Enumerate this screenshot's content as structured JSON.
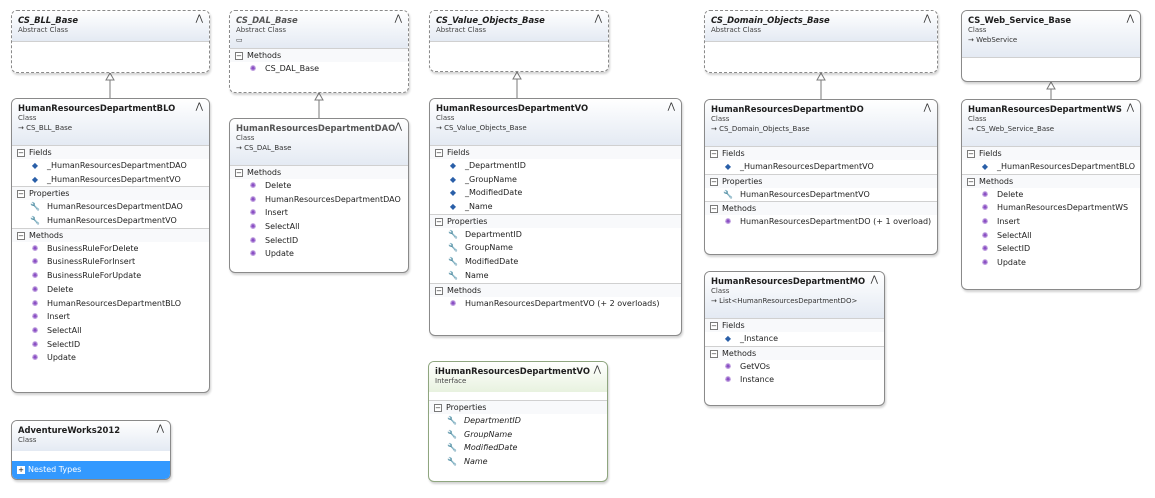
{
  "colors": {
    "border": "#8a8a8a",
    "header_gradient_end": "#e4eaf3",
    "interface_border": "#8fa67f",
    "selection": "#3399ff",
    "method_icon": "#8a4fc4",
    "field_icon": "#2a5fa8"
  },
  "icons": {
    "collapse": "double-chevron-up-icon",
    "field": "field-icon",
    "property": "wrench-icon",
    "method": "method-cube-icon",
    "inherit": "inheritance-arrow-icon"
  },
  "section_labels": {
    "fields": "Fields",
    "properties": "Properties",
    "methods": "Methods",
    "nested": "Nested Types"
  },
  "boxes": {
    "bll_base": {
      "name": "CS_BLL_Base",
      "kind": "Abstract Class"
    },
    "dal_base": {
      "name": "CS_DAL_Base",
      "kind": "Abstract Class",
      "methods": [
        "CS_DAL_Base"
      ]
    },
    "vo_base": {
      "name": "CS_Value_Objects_Base",
      "kind": "Abstract Class"
    },
    "do_base": {
      "name": "CS_Domain_Objects_Base",
      "kind": "Abstract Class"
    },
    "ws_base": {
      "name": "CS_Web_Service_Base",
      "kind": "Class",
      "base": "WebService"
    },
    "blo": {
      "name": "HumanResourcesDepartmentBLO",
      "kind": "Class",
      "base": "CS_BLL_Base",
      "fields": [
        "_HumanResourcesDepartmentDAO",
        "_HumanResourcesDepartmentVO"
      ],
      "properties": [
        "HumanResourcesDepartmentDAO",
        "HumanResourcesDepartmentVO"
      ],
      "methods": [
        "BusinessRuleForDelete",
        "BusinessRuleForInsert",
        "BusinessRuleForUpdate",
        "Delete",
        "HumanResourcesDepartmentBLO",
        "Insert",
        "SelectAll",
        "SelectID",
        "Update"
      ]
    },
    "dao": {
      "name": "HumanResourcesDepartmentDAO",
      "kind": "Class",
      "base": "CS_DAL_Base",
      "methods": [
        "Delete",
        "HumanResourcesDepartmentDAO",
        "Insert",
        "SelectAll",
        "SelectID",
        "Update"
      ]
    },
    "vo": {
      "name": "HumanResourcesDepartmentVO",
      "kind": "Class",
      "base": "CS_Value_Objects_Base",
      "fields": [
        "_DepartmentID",
        "_GroupName",
        "_ModifiedDate",
        "_Name"
      ],
      "properties": [
        "DepartmentID",
        "GroupName",
        "ModifiedDate",
        "Name"
      ],
      "methods": [
        "HumanResourcesDepartmentVO (+ 2 overloads)"
      ]
    },
    "do": {
      "name": "HumanResourcesDepartmentDO",
      "kind": "Class",
      "base": "CS_Domain_Objects_Base",
      "fields": [
        "_HumanResourcesDepartmentVO"
      ],
      "properties": [
        "HumanResourcesDepartmentVO"
      ],
      "methods": [
        "HumanResourcesDepartmentDO (+ 1 overload)"
      ]
    },
    "ws": {
      "name": "HumanResourcesDepartmentWS",
      "kind": "Class",
      "base": "CS_Web_Service_Base",
      "fields": [
        "_HumanResourcesDepartmentBLO"
      ],
      "methods": [
        "Delete",
        "HumanResourcesDepartmentWS",
        "Insert",
        "SelectAll",
        "SelectID",
        "Update"
      ]
    },
    "mo": {
      "name": "HumanResourcesDepartmentMO",
      "kind": "Class",
      "base": "List<HumanResourcesDepartmentDO>",
      "fields": [
        "_Instance"
      ],
      "methods": [
        "GetVOs",
        "Instance"
      ]
    },
    "ivo": {
      "name": "iHumanResourcesDepartmentVO",
      "kind": "Interface",
      "properties": [
        "DepartmentID",
        "GroupName",
        "ModifiedDate",
        "Name"
      ]
    },
    "aw": {
      "name": "AdventureWorks2012",
      "kind": "Class"
    }
  }
}
